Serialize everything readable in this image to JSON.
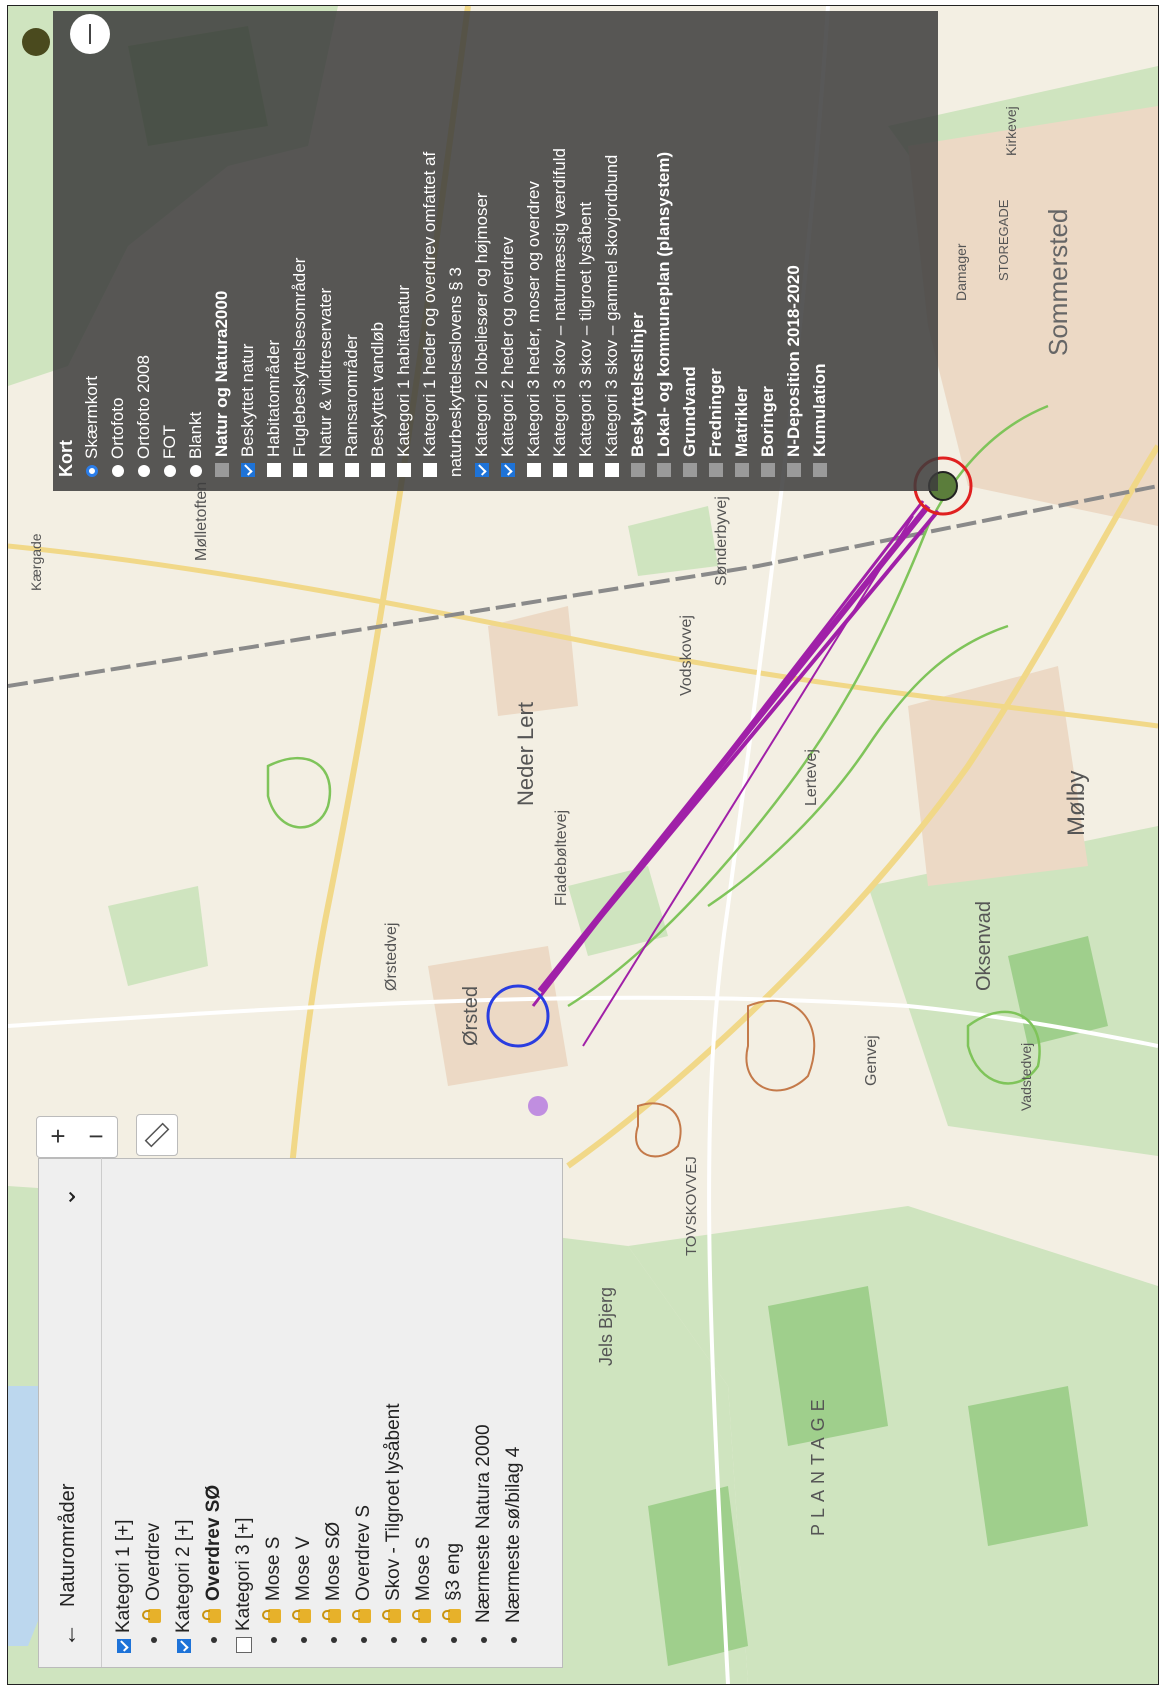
{
  "layer_panel": {
    "kort_title": "Kort",
    "base_maps": [
      {
        "label": "Skærmkort",
        "selected": true
      },
      {
        "label": "Ortofoto",
        "selected": false
      },
      {
        "label": "Ortofoto 2008",
        "selected": false
      },
      {
        "label": "FOT",
        "selected": false
      },
      {
        "label": "Blankt",
        "selected": false
      }
    ],
    "group_natur": "Natur og Natura2000",
    "natur_layers": [
      {
        "label": "Beskyttet natur",
        "checked": true
      },
      {
        "label": "Habitatområder",
        "checked": false
      },
      {
        "label": "Fuglebeskyttelsesområder",
        "checked": false
      },
      {
        "label": "Natur & vildtreservater",
        "checked": false
      },
      {
        "label": "Ramsarområder",
        "checked": false
      },
      {
        "label": "Beskyttet vandløb",
        "checked": false
      },
      {
        "label": "Kategori 1 habitatnatur",
        "checked": false
      },
      {
        "label": "Kategori 1 heder og overdrev omfattet af",
        "checked": false
      },
      {
        "label": "naturbeskyttelseslovens § 3",
        "checked": null
      },
      {
        "label": "Kategori 2 lobeliesøer og højmoser",
        "checked": true
      },
      {
        "label": "Kategori 2 heder og overdrev",
        "checked": true
      },
      {
        "label": "Kategori 3 heder, moser og overdrev",
        "checked": false
      },
      {
        "label": "Kategori 3 skov – naturmæssig værdifuld",
        "checked": false
      },
      {
        "label": "Kategori 3 skov – tilgroet lysåbent",
        "checked": false
      },
      {
        "label": "Kategori 3 skov – gammel skovjordbund",
        "checked": false
      }
    ],
    "other_groups": [
      "Beskyttelseslinjer",
      "Lokal- og kommuneplan (plansystem)",
      "Grundvand",
      "Fredninger",
      "Matrikler",
      "Boringer",
      "N-Deposition 2018-2020",
      "Kumulation"
    ]
  },
  "legend_panel": {
    "title": "Naturområder",
    "items": [
      {
        "kind": "category",
        "label": "Kategori 1  [+]",
        "checked": true
      },
      {
        "kind": "sub",
        "label": "Overdrev",
        "bold": false
      },
      {
        "kind": "category",
        "label": "Kategori 2  [+]",
        "checked": true
      },
      {
        "kind": "sub",
        "label": "Overdrev SØ",
        "bold": true
      },
      {
        "kind": "category",
        "label": "Kategori 3  [+]",
        "checked": false
      },
      {
        "kind": "sub",
        "label": "Mose S",
        "bold": false
      },
      {
        "kind": "sub",
        "label": "Mose V",
        "bold": false
      },
      {
        "kind": "sub",
        "label": "Mose SØ",
        "bold": false
      },
      {
        "kind": "sub",
        "label": "Overdrev S",
        "bold": false
      },
      {
        "kind": "sub",
        "label": "Skov - Tilgroet lysåbent",
        "bold": false
      },
      {
        "kind": "sub",
        "label": "Mose S",
        "bold": false
      },
      {
        "kind": "sub",
        "label": "§3 eng",
        "bold": false
      },
      {
        "kind": "plain",
        "label": "Nærmeste Natura 2000"
      },
      {
        "kind": "plain",
        "label": "Nærmeste sø/bilag 4"
      }
    ]
  },
  "controls": {
    "zoom_in": "+",
    "zoom_out": "−"
  },
  "place_names": {
    "sommersted": "Sommersted",
    "neder_lert": "Neder Lert",
    "oksenvad": "Oksenvad",
    "jels_bjerg": "Jels Bjerg",
    "molletoften": "Mølletoften",
    "molby": "Mølby",
    "plantage": "PLANTAGE",
    "storegade": "STOREGADE",
    "damager": "Damager",
    "kirkevej": "Kirkevej",
    "vodskovvej": "Vodskovvej",
    "sonderbyvej": "Sønderbyvej",
    "lertevej": "Lertevej",
    "fladebolttevej": "Fladebøltevej",
    "orstedvej": "Ørstedvej",
    "genvej": "Genvej",
    "tovskovvej": "TOVSKOVVEJ",
    "kaergade": "Kærgade",
    "orsted": "Ørsted",
    "vadstedvej": "Vadstedvej"
  }
}
